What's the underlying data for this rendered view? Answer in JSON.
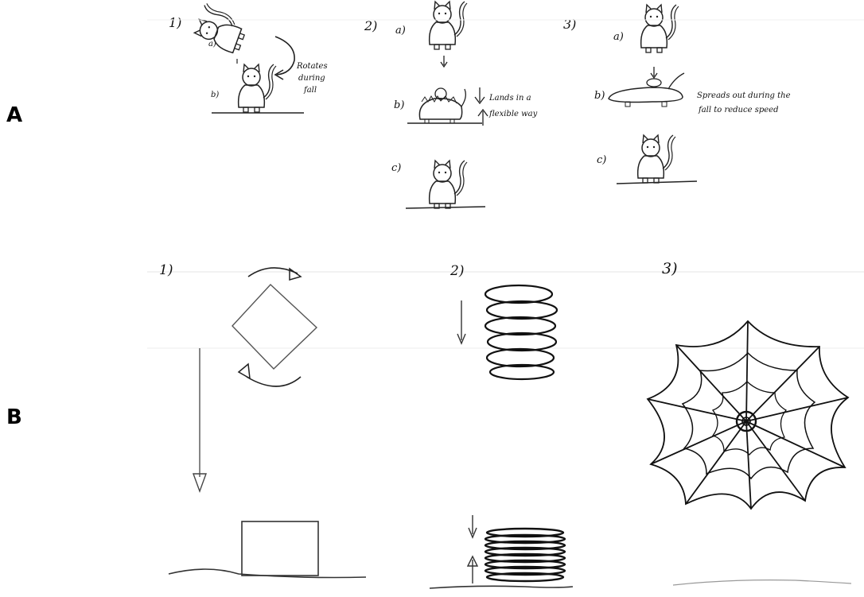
{
  "panels": {
    "A": {
      "label": "A",
      "step_1": {
        "number": "1)",
        "sub_a": "a)",
        "sub_b": "b)",
        "note": [
          "Rotates",
          "during",
          "fall"
        ]
      },
      "step_2": {
        "number": "2)",
        "sub_a": "a)",
        "sub_b": "b)",
        "sub_c": "c)",
        "note": [
          "Lands in a",
          "flexible way"
        ]
      },
      "step_3": {
        "number": "3)",
        "sub_a": "a)",
        "sub_b": "b)",
        "sub_c": "c)",
        "note": [
          "Spreads out during the",
          "fall to reduce speed"
        ]
      }
    },
    "B": {
      "label": "B",
      "step_1": {
        "number": "1)"
      },
      "step_2": {
        "number": "2)"
      },
      "step_3": {
        "number": "3)"
      }
    }
  }
}
